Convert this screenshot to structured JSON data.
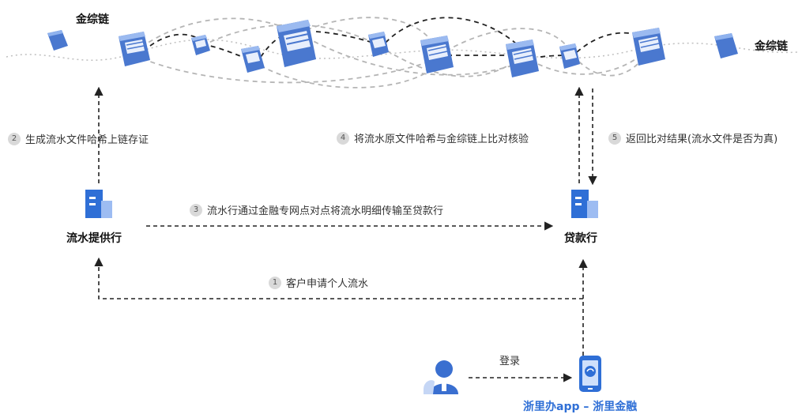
{
  "chain": {
    "label_left": "金综链",
    "label_right": "金综链"
  },
  "steps": [
    {
      "num": "1",
      "text": "客户申请个人流水"
    },
    {
      "num": "2",
      "text": "生成流水文件哈希上链存证"
    },
    {
      "num": "3",
      "text": "流水行通过金融专网点对点将流水明细传输至贷款行"
    },
    {
      "num": "4",
      "text": "将流水原文件哈希与金综链上比对核验"
    },
    {
      "num": "5",
      "text": "返回比对结果(流水文件是否为真)"
    }
  ],
  "nodes": {
    "provider_bank": "流水提供行",
    "loan_bank": "贷款行",
    "login": "登录",
    "app": "浙里办app – 浙里金融"
  },
  "colors": {
    "accent": "#2f6fd6",
    "block": "#4a78cf",
    "block_face": "#6f9be3",
    "line": "#222222"
  }
}
